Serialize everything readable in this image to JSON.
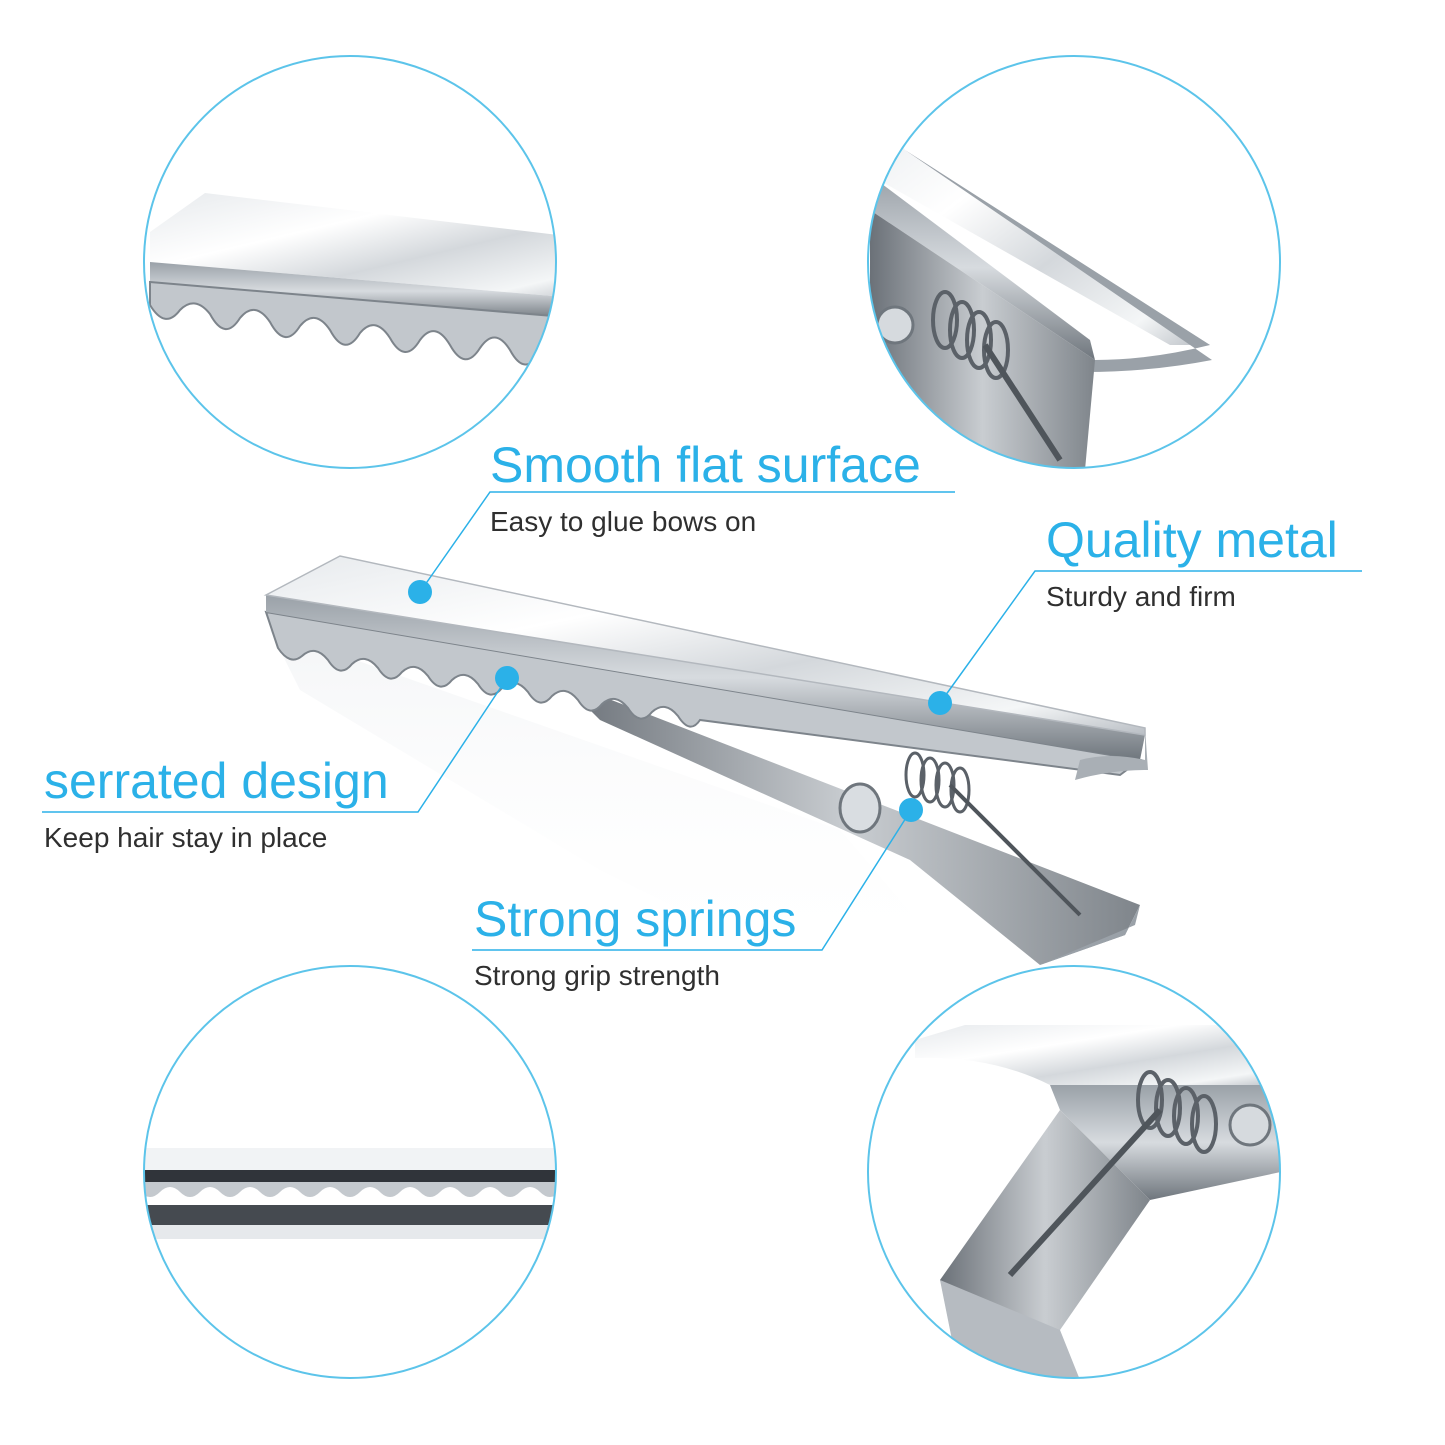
{
  "features": {
    "smooth": {
      "title": "Smooth flat surface",
      "subtitle": "Easy to glue bows on"
    },
    "quality": {
      "title": "Quality metal",
      "subtitle": "Sturdy and firm"
    },
    "serrated": {
      "title": "serrated design",
      "subtitle": "Keep hair stay in place"
    },
    "springs": {
      "title": "Strong springs",
      "subtitle": "Strong grip strength"
    }
  },
  "colors": {
    "accent": "#2bb1e8",
    "text": "#2f2f2f",
    "circle_border": "#5cc4ea",
    "metal_light": "#f2f4f6",
    "metal_mid": "#c6cbd0",
    "metal_dark": "#7d848b"
  }
}
